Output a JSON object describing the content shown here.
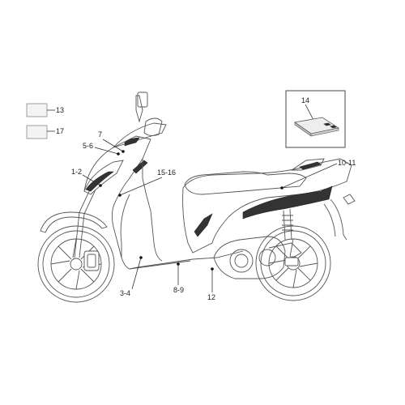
{
  "diagram": {
    "callouts": [
      {
        "id": "c13",
        "text": "13"
      },
      {
        "id": "c17",
        "text": "17"
      },
      {
        "id": "c14",
        "text": "14"
      },
      {
        "id": "c7",
        "text": "7"
      },
      {
        "id": "c56",
        "text": "5-6"
      },
      {
        "id": "c12a",
        "text": "1-2"
      },
      {
        "id": "c1516",
        "text": "15-16"
      },
      {
        "id": "c1011",
        "text": "10-11"
      },
      {
        "id": "c34",
        "text": "3-4"
      },
      {
        "id": "c89",
        "text": "8-9"
      },
      {
        "id": "c12",
        "text": "12"
      }
    ]
  },
  "colors": {
    "line": "#333333",
    "part": "#555555",
    "decal_fill": "#555555",
    "swatch_border": "#888888"
  }
}
